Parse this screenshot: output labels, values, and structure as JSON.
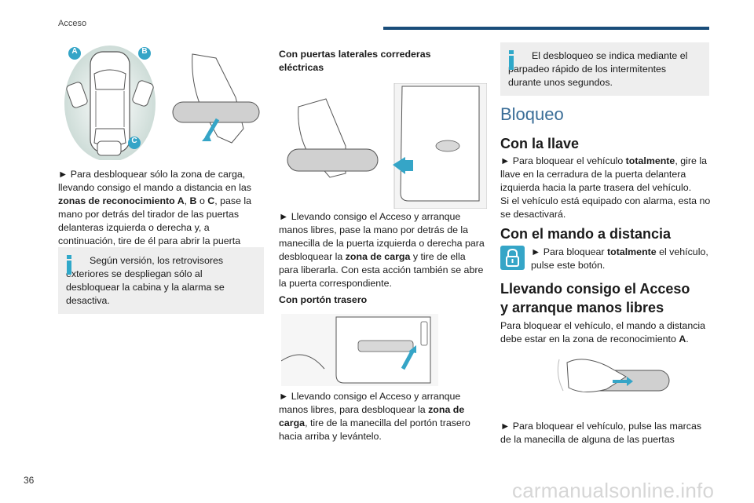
{
  "header": {
    "section_title": "Acceso"
  },
  "page_number": "36",
  "watermark": "carmanualsonline.info",
  "col1": {
    "figure_labels": [
      "A",
      "B",
      "C"
    ],
    "para": {
      "p1": "► Para desbloquear sólo la zona de carga, llevando consigo el mando a distancia en las ",
      "b1": "zonas de reconocimiento A",
      "p2": ", ",
      "b2": "B",
      "p3": " o ",
      "b3": "C",
      "p4": ", pase la mano por detrás del tirador de las puertas delanteras izquierda o derecha y, a continuación, tire de él para abrir la puerta correspondiente."
    },
    "note": "Según versión, los retrovisores exteriores se despliegan sólo al desbloquear la cabina y la alarma se desactiva."
  },
  "col2": {
    "heading": "Con puertas laterales correderas eléctricas",
    "para1": {
      "p1": "► Llevando consigo el Acceso y arranque manos libres, pase la mano por detrás de la manecilla de la puerta izquierda o derecha para desbloquear la ",
      "b1": "zona de carga",
      "p2": " y tire de ella para liberarla. Con esta acción también se abre la puerta correspondiente."
    },
    "heading2": "Con portón trasero",
    "para2": {
      "p1": "► Llevando consigo el Acceso y arranque manos libres, para desbloquear la ",
      "b1": "zona de carga",
      "p2": ", tire de la manecilla del portón trasero hacia arriba y levántelo."
    }
  },
  "col3": {
    "note": "El desbloqueo se indica mediante el parpadeo rápido de los intermitentes durante unos segundos.",
    "section_title": "Bloqueo",
    "sub1": "Con la llave",
    "para1": {
      "p1": "► Para bloquear el vehículo ",
      "b1": "totalmente",
      "p2": ", gire la llave en la cerradura de la puerta delantera izquierda hacia la parte trasera del vehículo.",
      "p3": "Si el vehículo está equipado con alarma, esta no se desactivará."
    },
    "sub2": "Con el mando a distancia",
    "para2": {
      "p1": "► Para bloquear ",
      "b1": "totalmente",
      "p2": " el vehículo, pulse este botón."
    },
    "sub3_line1": "Llevando consigo el Acceso",
    "sub3_line2": "y arranque manos libres",
    "para3": {
      "p1": "Para bloquear el vehículo, el mando a distancia debe estar en la zona de reconocimiento ",
      "b1": "A",
      "p2": "."
    },
    "para4": "► Para bloquear el vehículo, pulse las marcas de la manecilla de alguna de las puertas"
  },
  "colors": {
    "accent": "#1a4d7a",
    "info": "#2fa8c9",
    "heading_blue": "#3a6d97"
  }
}
